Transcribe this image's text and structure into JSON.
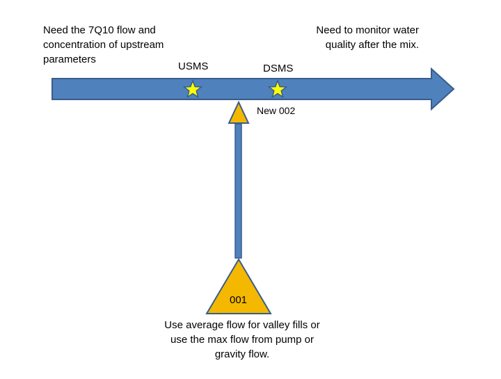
{
  "notes": {
    "upstream": "Need the 7Q10 flow and\nconcentration of upstream\nparameters",
    "downstream": "Need to monitor water\nquality after the mix.",
    "discharge": "Use average flow for valley fills or\nuse the max flow from pump or\ngravity flow."
  },
  "labels": {
    "usms": "USMS",
    "dsms": "DSMS",
    "outfall_new": "New 002",
    "outfall_source": "001"
  },
  "colors": {
    "stream_fill": "#4f81bd",
    "stream_stroke": "#385d8a",
    "outfall_fill": "#f5b800",
    "outfall_stroke": "#385d8a",
    "pipe_fill": "#4f81bd",
    "star_fill": "#ffff00"
  },
  "icons": {
    "upstream_station": "star-icon",
    "downstream_station": "star-icon"
  }
}
